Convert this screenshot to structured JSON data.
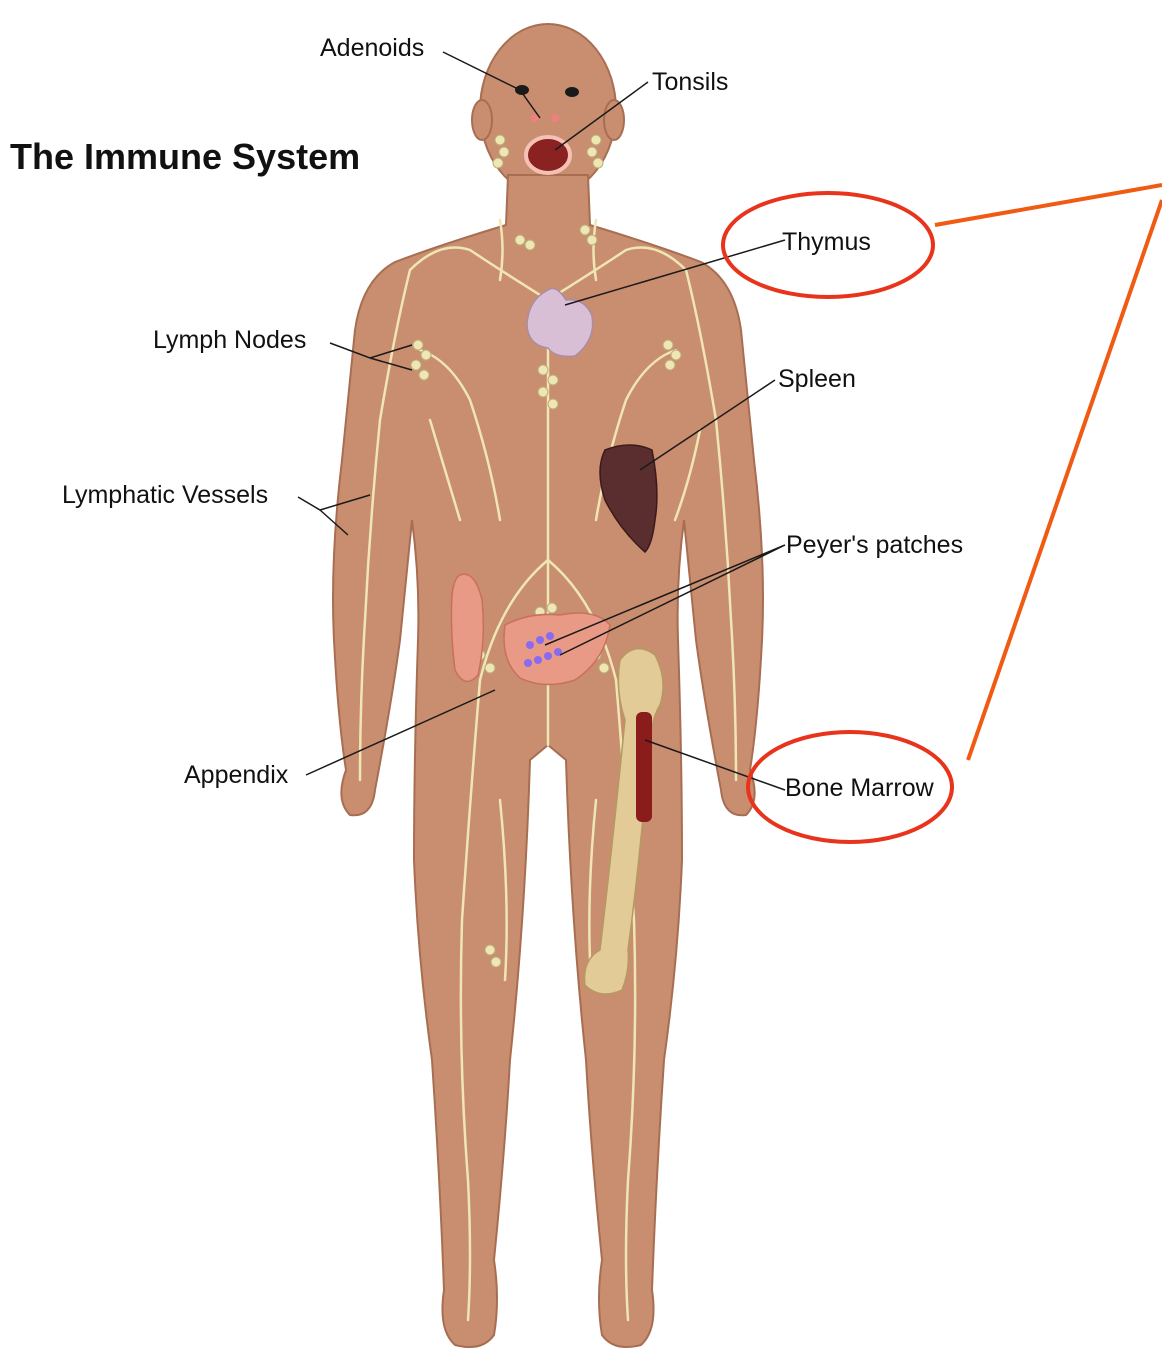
{
  "title": "The Immune System",
  "labels": {
    "adenoids": "Adenoids",
    "tonsils": "Tonsils",
    "thymus": "Thymus",
    "lymph_nodes": "Lymph Nodes",
    "spleen": "Spleen",
    "lymphatic_vessels": "Lymphatic Vessels",
    "peyers_patches": "Peyer's patches",
    "appendix": "Appendix",
    "bone_marrow": "Bone Marrow"
  },
  "highlighted": [
    "Thymus",
    "Bone Marrow"
  ],
  "colors": {
    "skin": "#c98d6f",
    "skin_outline": "#a86e52",
    "lymph": "#efe6b4",
    "thymus": "#d9bfd6",
    "spleen": "#5a2e2e",
    "intestine": "#e89a86",
    "bone": "#e3cb98",
    "marrow": "#8a1c1c",
    "highlight": "#e8341c",
    "highlight_line": "#f05a12"
  }
}
